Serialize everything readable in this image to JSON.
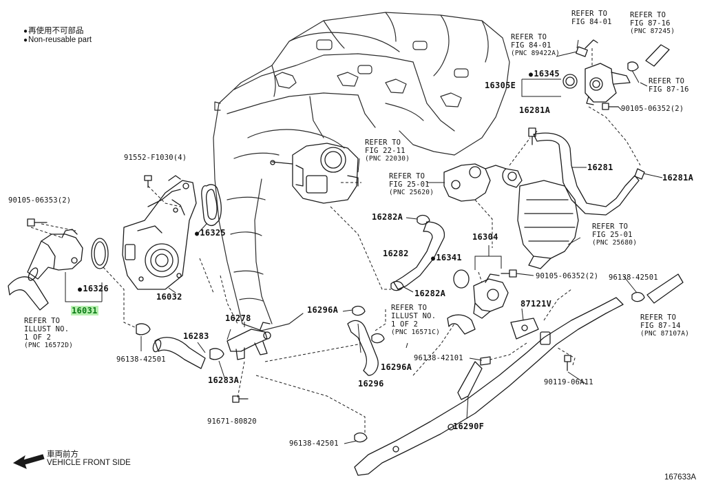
{
  "legend": {
    "jp": "再使用不可部品",
    "en": "Non-reusable part"
  },
  "direction": {
    "jp": "車両前方",
    "en": "VEHICLE FRONT SIDE"
  },
  "figure_id": "167633A",
  "labels": {
    "ref_84_01_a": [
      "REFER TO",
      "FIG 84-01"
    ],
    "ref_87_16_a": [
      "REFER TO",
      "FIG 87-16",
      "(PNC 87245)"
    ],
    "ref_84_01_b": [
      "REFER TO",
      "FIG 84-01",
      "(PNC 89422A)"
    ],
    "ref_87_16_b": [
      "REFER TO",
      "FIG 87-16"
    ],
    "p16345": "16345",
    "p16305E": "16305E",
    "p90105_06352_a": "90105-06352(2)",
    "p16281A_top": "16281A",
    "p16281": "16281",
    "p16281A_right": "16281A",
    "ref_22_11": [
      "REFER TO",
      "FIG 22-11",
      "(PNC 22030)"
    ],
    "ref_25_01_a": [
      "REFER TO",
      "FIG 25-01",
      "(PNC 25620)"
    ],
    "ref_25_01_b": [
      "REFER TO",
      "FIG 25-01",
      "(PNC 25680)"
    ],
    "p91552": "91552-F1030(4)",
    "p90105_06353": "90105-06353(2)",
    "p16325": "16325",
    "p16282A_a": "16282A",
    "p16282": "16282",
    "p16304": "16304",
    "p16341": "16341",
    "p90105_06352_b": "90105-06352(2)",
    "p16282A_b": "16282A",
    "p16326": "16326",
    "p16032": "16032",
    "p16031": "16031",
    "ref_illust_left": [
      "REFER TO",
      "ILLUST NO.",
      "1 OF 2",
      "(PNC 16572D)"
    ],
    "p16296A_a": "16296A",
    "ref_illust_mid": [
      "REFER TO",
      "ILLUST NO.",
      "1 OF 2",
      "(PNC 16571C)"
    ],
    "p87121V": "87121V",
    "p96138_right": "96138-42501",
    "ref_87_14": [
      "REFER TO",
      "FIG 87-14",
      "(PNC 87107A)"
    ],
    "p16278": "16278",
    "p16283": "16283",
    "p96138_left": "96138-42501",
    "p16283A": "16283A",
    "p16296A_b": "16296A",
    "p16296": "16296",
    "p96138_mid": "96138-42101",
    "p90119": "90119-06A11",
    "p91671": "91671-80820",
    "p16290F": "16290F",
    "p96138_bottom": "96138-42501"
  }
}
